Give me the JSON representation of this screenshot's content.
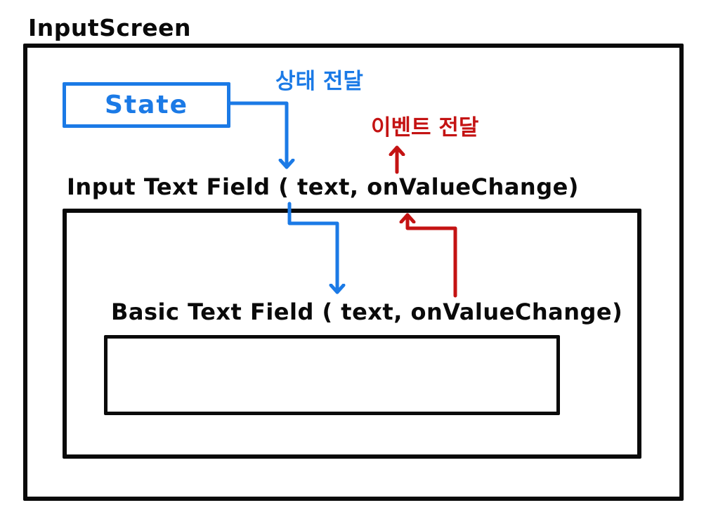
{
  "diagram": {
    "title": "InputScreen",
    "state_box": {
      "label": "State"
    },
    "annotations": {
      "state_flow_label": "상태 전달",
      "event_flow_label": "이벤트 전달"
    },
    "components": {
      "input_text_field_label": "Input Text Field ( text, onValueChange)",
      "basic_text_field_label": "Basic Text Field ( text, onValueChange)"
    },
    "arrows": [
      {
        "name": "state-to-input-text-field",
        "color_role": "state_flow",
        "direction": "down"
      },
      {
        "name": "input-to-basic-text-field",
        "color_role": "state_flow",
        "direction": "down"
      },
      {
        "name": "basic-to-input-text-field-event",
        "color_role": "event_flow",
        "direction": "up"
      },
      {
        "name": "input-text-field-event-up",
        "color_role": "event_flow",
        "direction": "up"
      }
    ],
    "colors": {
      "state_flow": "#1b7ae6",
      "event_flow": "#c41313",
      "outline": "#0a0a0a"
    }
  }
}
